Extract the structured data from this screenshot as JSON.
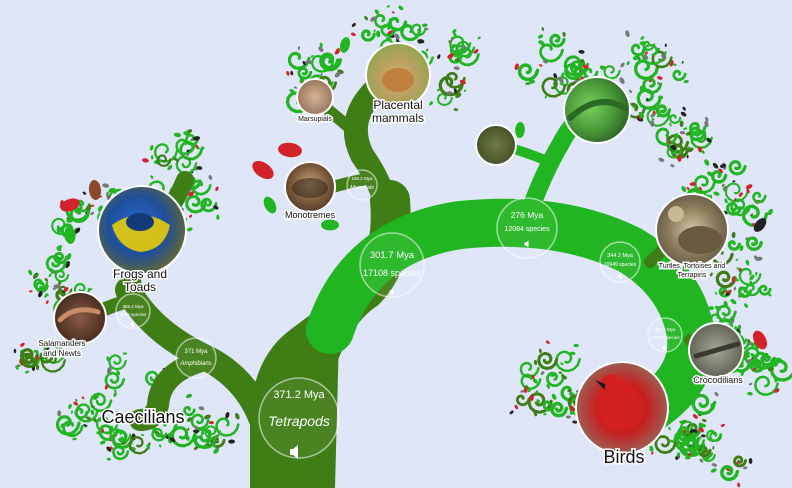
{
  "colors": {
    "background": "#dfe6f8",
    "trunk_dark": "#3f7d15",
    "branch_bright": "#22b522",
    "leaf_red": "#d2232a",
    "leaf_brown": "#8a4a2a",
    "leaf_dark": "#222222",
    "leaf_grey": "#777777"
  },
  "nodes": {
    "tetrapods": {
      "age": "371.2 Mya",
      "name": "Tetrapods",
      "icon": "speaker-icon"
    },
    "amphibians": {
      "age": "371 Mya",
      "name": "Amphibians"
    },
    "frogs_salamanders": {
      "age": "355.4 Mya",
      "count": "5565 species",
      "icon": "speaker-icon"
    },
    "amniotes": {
      "age": "301.7 Mya",
      "count": "17108 species",
      "icon": "speaker-icon"
    },
    "mammals": {
      "age": "165.2 Mya",
      "name": "Mammals"
    },
    "sauropsids": {
      "age": "276 Mya",
      "count": "12084 species",
      "icon": "speaker-icon"
    },
    "turtles_archosaurs": {
      "age": "344.2 Mya",
      "count": "10949 species",
      "icon": "speaker-icon"
    },
    "archosaurs": {
      "age": "340.4 Mya",
      "count": "10916 species",
      "icon": "speaker-icon"
    }
  },
  "labels": {
    "caecilians": "Caecilians",
    "frogs_line1": "Frogs and",
    "frogs_line2": "Toads",
    "salamanders_line1": "Salamanders",
    "salamanders_line2": "and Newts",
    "monotremes": "Monotremes",
    "marsupials": "Marsupials",
    "placental_line1": "Placental",
    "placental_line2": "mammals",
    "turtles_line1": "Turtles, Tortoises and",
    "turtles_line2": "Terrapins",
    "crocodilians": "Crocodilians",
    "birds": "Birds"
  },
  "photos": [
    {
      "id": "frog",
      "icon": "poison-dart-frog-photo",
      "color": "#1e4f9a"
    },
    {
      "id": "salamander",
      "icon": "salamander-photo",
      "color": "#6a3a2a"
    },
    {
      "id": "echidna",
      "icon": "echidna-photo",
      "color": "#7a5a3a"
    },
    {
      "id": "possum",
      "icon": "marsupial-photo",
      "color": "#a07a5a"
    },
    {
      "id": "hamster",
      "icon": "hamster-photo",
      "color": "#b8a060"
    },
    {
      "id": "lizard",
      "icon": "lizard-photo",
      "color": "#556633"
    },
    {
      "id": "iguana",
      "icon": "iguana-photo",
      "color": "#4a9a3a"
    },
    {
      "id": "tortoise",
      "icon": "tortoise-photo",
      "color": "#8a7a5a"
    },
    {
      "id": "crocodile",
      "icon": "crocodile-photo",
      "color": "#666655"
    },
    {
      "id": "cardinal",
      "icon": "cardinal-photo",
      "color": "#c81e1e"
    }
  ]
}
